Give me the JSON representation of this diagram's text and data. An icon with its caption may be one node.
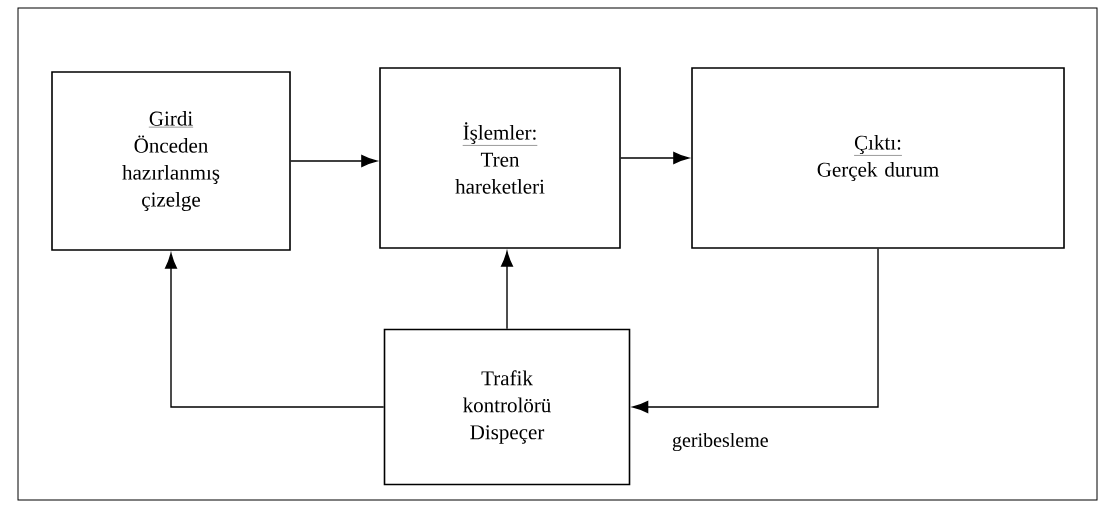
{
  "diagram": {
    "nodes": [
      {
        "text": [
          "Girdi",
          "Önceden hazırlanmış çizelge"
        ]
      },
      {
        "text": [
          "İşlemler:",
          "Tren hareketleri"
        ]
      },
      {
        "text": [
          "Çıktı:",
          "Gerçek durum"
        ]
      },
      {
        "text": [
          "Trafik kontrolörü Dispeçer"
        ]
      }
    ],
    "edges": [
      {
        "from": 0,
        "to": 1,
        "arrow": "to"
      },
      {
        "from": 1,
        "to": 2,
        "arrow": "to"
      },
      {
        "from": 3,
        "to": 0,
        "arrow": "to"
      },
      {
        "from": 3,
        "to": 1,
        "arrow": "to"
      },
      {
        "from": 2,
        "to": 3,
        "arrow": "to",
        "label": "geribesleme"
      }
    ]
  }
}
